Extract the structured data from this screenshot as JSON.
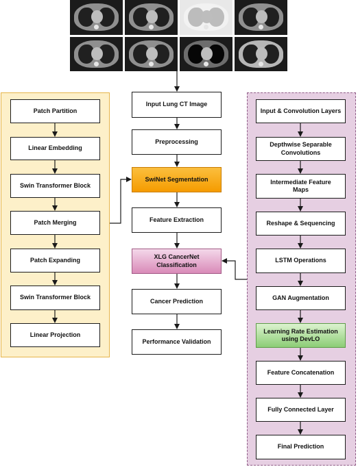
{
  "ct_images": {
    "count": 8,
    "variants": [
      "normal",
      "normal",
      "light",
      "normal",
      "normal",
      "normal",
      "dark",
      "bright"
    ]
  },
  "center": {
    "steps": [
      "Input Lung CT Image",
      "Preprocessing",
      "SwiNet Segmentation",
      "Feature Extraction",
      "XLG CancerNet\nClassification",
      "Cancer Prediction",
      "Performance Validation"
    ]
  },
  "left": {
    "steps": [
      "Patch Partition",
      "Linear Embedding",
      "Swin Transformer Block",
      "Patch Merging",
      "Patch Expanding",
      "Swin Transformer Block",
      "Linear Projection"
    ]
  },
  "right": {
    "steps": [
      "Input & Convolution Layers",
      "Depthwise Separable\nConvolutions",
      "Intermediate Feature\nMaps",
      "Reshape & Sequencing",
      "LSTM Operations",
      "GAN Augmentation",
      "Learning Rate Estimation\nusing DevLO",
      "Feature Concatenation",
      "Fully Connected Layer",
      "Final Prediction"
    ]
  },
  "colors": {
    "left_panel_fill": "#fdf0c9",
    "right_panel_fill": "#e6cfe2",
    "segmentation_highlight": "#f59b00",
    "classification_highlight": "#d98ab8",
    "devlo_highlight": "#8ccd76"
  }
}
